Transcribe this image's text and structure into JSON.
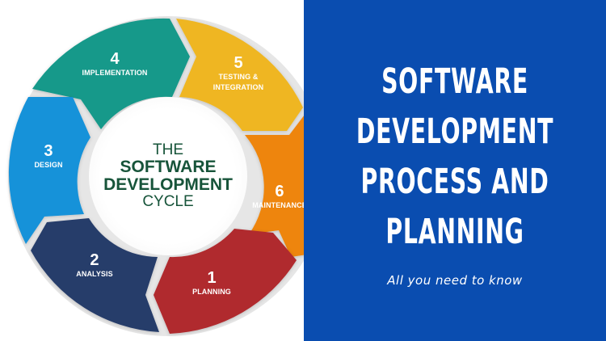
{
  "diagram": {
    "hub": {
      "line1": "THE",
      "line2": "SOFTWARE",
      "line3": "DEVELOPMENT",
      "line4": "CYCLE",
      "text_color": "#17543a"
    },
    "segments": [
      {
        "number": "1",
        "name": "PLANNING",
        "color": "#b02a2f"
      },
      {
        "number": "2",
        "name": "ANALYSIS",
        "color": "#283d6b"
      },
      {
        "number": "3",
        "name": "DESIGN",
        "color": "#1792d9"
      },
      {
        "number": "4",
        "name": "IMPLEMENTATION",
        "color": "#12998a"
      },
      {
        "number": "5",
        "name_line1": "TESTING &",
        "name_line2": "INTEGRATION",
        "color": "#efb622"
      },
      {
        "number": "6",
        "name": "MAINTENANCE",
        "color": "#ee8508"
      }
    ]
  },
  "banner": {
    "title_lines": [
      "SOFTWARE",
      "DEVELOPMENT",
      "PROCESS AND",
      "PLANNING"
    ],
    "subtitle": "All you need to know",
    "background_color": "#0a4db0"
  }
}
